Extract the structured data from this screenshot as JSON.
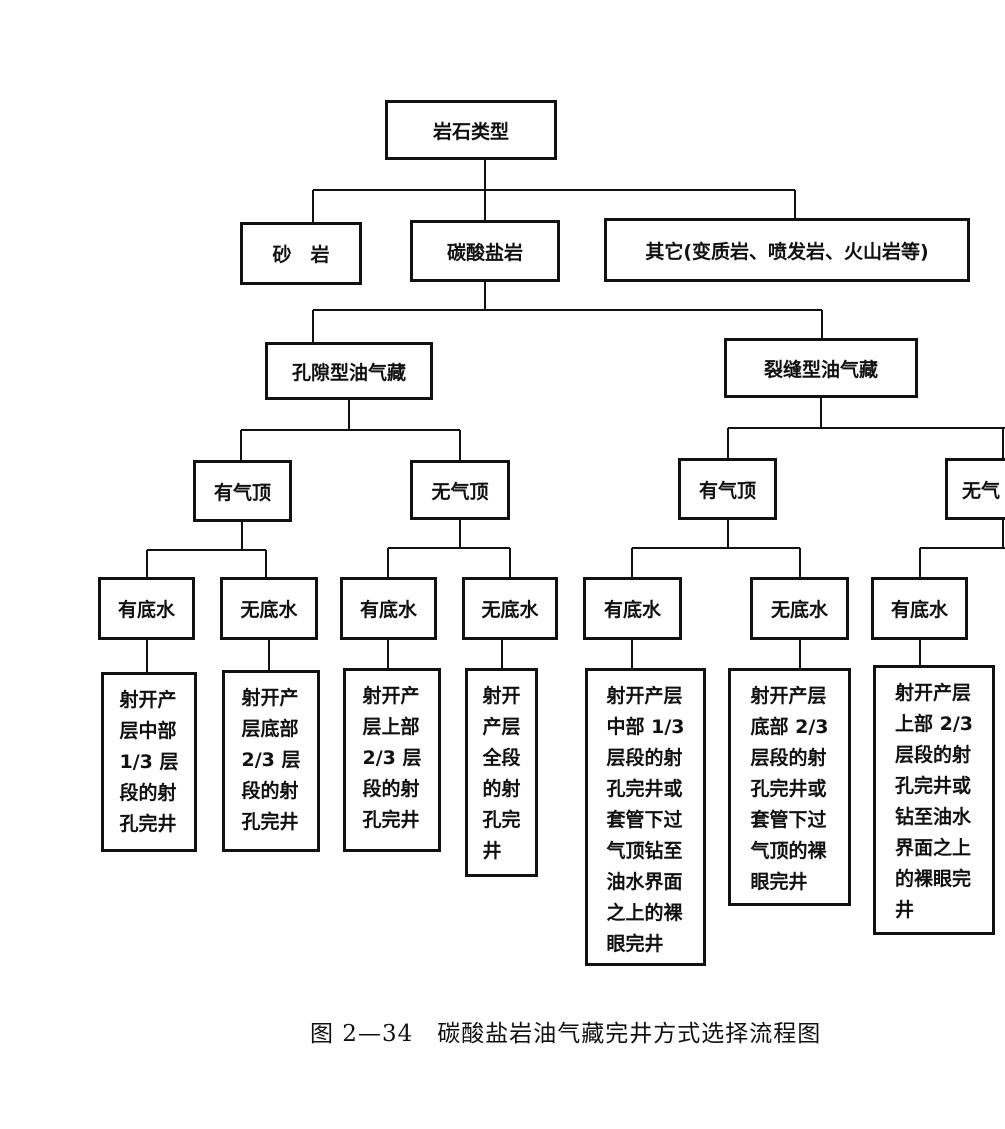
{
  "root": "岩石类型",
  "rock_types": [
    "砂　岩",
    "碳酸盐岩",
    "其它(变质岩、喷发岩、火山岩等)"
  ],
  "reservoirs": [
    "孔隙型油气藏",
    "裂缝型油气藏"
  ],
  "gas_cap": [
    "有气顶",
    "无气顶",
    "有气顶",
    "无气"
  ],
  "bottom_water": [
    "有底水",
    "无底水",
    "有底水",
    "无底水",
    "有底水",
    "无底水",
    "有底水"
  ],
  "methods": [
    "射开产\n层中部\n1/3 层\n段的射\n孔完井",
    "射开产\n层底部\n2/3 层\n段的射\n孔完井",
    "射开产\n层上部\n2/3 层\n段的射\n孔完井",
    "射开\n产层\n全段\n的射\n孔完\n井",
    "射开产层\n中部 1/3\n层段的射\n孔完井或\n套管下过\n气顶钻至\n油水界面\n之上的裸\n眼完井",
    "射开产层\n底部 2/3\n层段的射\n孔完井或\n套管下过\n气顶的裸\n眼完井",
    "射开产层\n上部 2/3\n层段的射\n孔完井或\n钻至油水\n界面之上\n的裸眼完\n井"
  ],
  "caption": "图 2—34　碳酸盐岩油气藏完井方式选择流程图"
}
